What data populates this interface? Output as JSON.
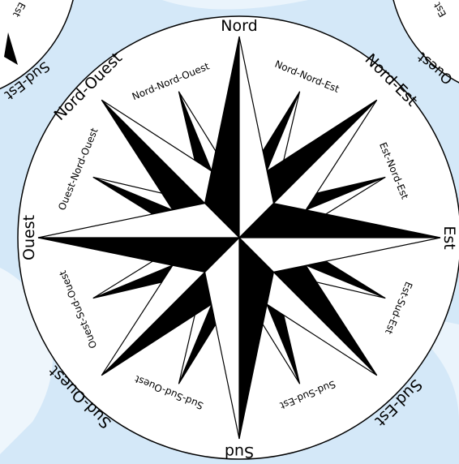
{
  "colors": {
    "background": "#d4e8f8",
    "background_accent": "#ffffff",
    "ink": "#000000",
    "paper": "#ffffff"
  },
  "compass": {
    "cardinal": {
      "north": "Nord",
      "east": "Est",
      "south": "Sud",
      "west": "Ouest"
    },
    "intercardinal": {
      "north_east": "Nord-Est",
      "south_east": "Sud-Est",
      "south_west": "Sud-Ouest",
      "north_west": "Nord-Ouest"
    },
    "secondary": {
      "nne": "Nord-Nord-Est",
      "ene": "Est-Nord-Est",
      "ese": "Est-Sud-Est",
      "sse": "Sud-Sud-Est",
      "ssw": "Sud-Sud-Ouest",
      "wsw": "Ouest-Sud-Ouest",
      "wnw": "Ouest-Nord-Ouest",
      "nnw": "Nord-Nord-Ouest"
    }
  },
  "neighbor_fragments": {
    "top_left_label": "Sud-Est",
    "top_left_tiny": "Est",
    "top_right_label": "Ouest",
    "top_right_tiny": "Est"
  }
}
